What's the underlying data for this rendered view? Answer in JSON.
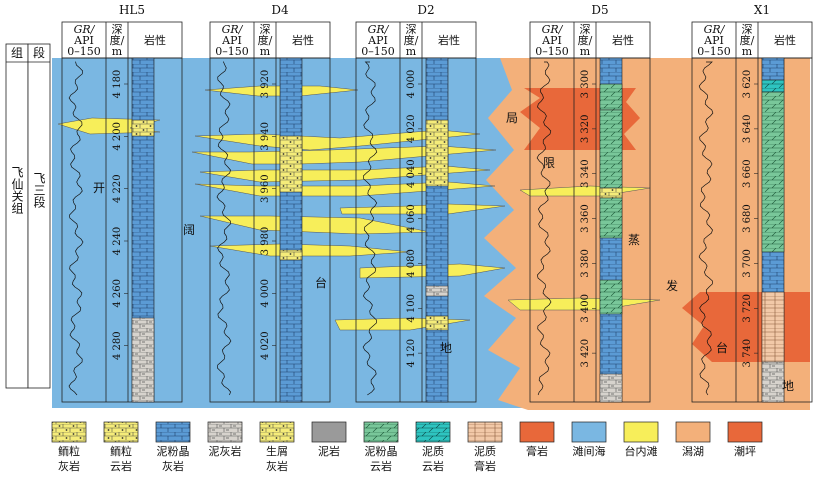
{
  "stratigraphy": {
    "group_header": "组",
    "section_header": "段",
    "group_name": "飞仙关组",
    "section_name": "飞三段"
  },
  "column_headers": {
    "gr_line1": "GR/",
    "gr_line2": "API",
    "gr_range": "0–150",
    "depth_line1": "深",
    "depth_line2": "度/",
    "depth_line3": "m",
    "lithology": "岩性"
  },
  "wells": [
    {
      "name": "HL5",
      "depths": [
        "4 180",
        "4 200",
        "4 220",
        "4 240",
        "4 260",
        "4 280"
      ]
    },
    {
      "name": "D4",
      "depths": [
        "3 920",
        "3 940",
        "3 960",
        "3 980",
        "4 000",
        "4 020"
      ]
    },
    {
      "name": "D2",
      "depths": [
        "4 000",
        "4 020",
        "4 040",
        "4 060",
        "4 080",
        "4 100",
        "4 120"
      ]
    },
    {
      "name": "D5",
      "depths": [
        "3 300",
        "3 320",
        "3 340",
        "3 360",
        "3 380",
        "3 400",
        "3 420"
      ]
    },
    {
      "name": "X1",
      "depths": [
        "3 620",
        "3 640",
        "3 660",
        "3 680",
        "3 700",
        "3 720",
        "3 740"
      ]
    }
  ],
  "facies_text": {
    "kai": "开",
    "kuo": "阔",
    "tai1": "台",
    "di1": "地",
    "ju": "局",
    "xian": "限",
    "zheng": "蒸",
    "fa": "发",
    "tai2": "台",
    "di2": "地"
  },
  "legend": [
    {
      "line1": "鲕粒",
      "line2": "灰岩",
      "pattern": "oolitic-limestone"
    },
    {
      "line1": "鲕粒",
      "line2": "云岩",
      "pattern": "oolitic-dolomite"
    },
    {
      "line1": "泥粉晶",
      "line2": "灰岩",
      "pattern": "micritic-limestone"
    },
    {
      "line1": "泥灰岩",
      "line2": "",
      "pattern": "marl"
    },
    {
      "line1": "生屑",
      "line2": "灰岩",
      "pattern": "bioclastic-limestone"
    },
    {
      "line1": "泥岩",
      "line2": "",
      "pattern": "mudstone"
    },
    {
      "line1": "泥粉晶",
      "line2": "云岩",
      "pattern": "micritic-dolomite"
    },
    {
      "line1": "泥质",
      "line2": "云岩",
      "pattern": "argillaceous-dolomite"
    },
    {
      "line1": "泥质",
      "line2": "膏岩",
      "pattern": "argillaceous-gypsum"
    },
    {
      "line1": "膏岩",
      "line2": "",
      "pattern": "gypsum"
    },
    {
      "line1": "滩间海",
      "line2": "",
      "pattern": "inter-shoal-sea"
    },
    {
      "line1": "台内滩",
      "line2": "",
      "pattern": "intra-platform-shoal"
    },
    {
      "line1": "潟湖",
      "line2": "",
      "pattern": "lagoon"
    },
    {
      "line1": "潮坪",
      "line2": "",
      "pattern": "tidal-flat"
    }
  ],
  "colors": {
    "sea": "#7ab7e2",
    "shoal": "#f7ee5a",
    "lagoon": "#f3b07a",
    "tidal_flat": "#e8683a",
    "limestone": "#5b9bd5",
    "dolomite": "#79c79a",
    "gypsum_col": "#f2c9a8"
  }
}
